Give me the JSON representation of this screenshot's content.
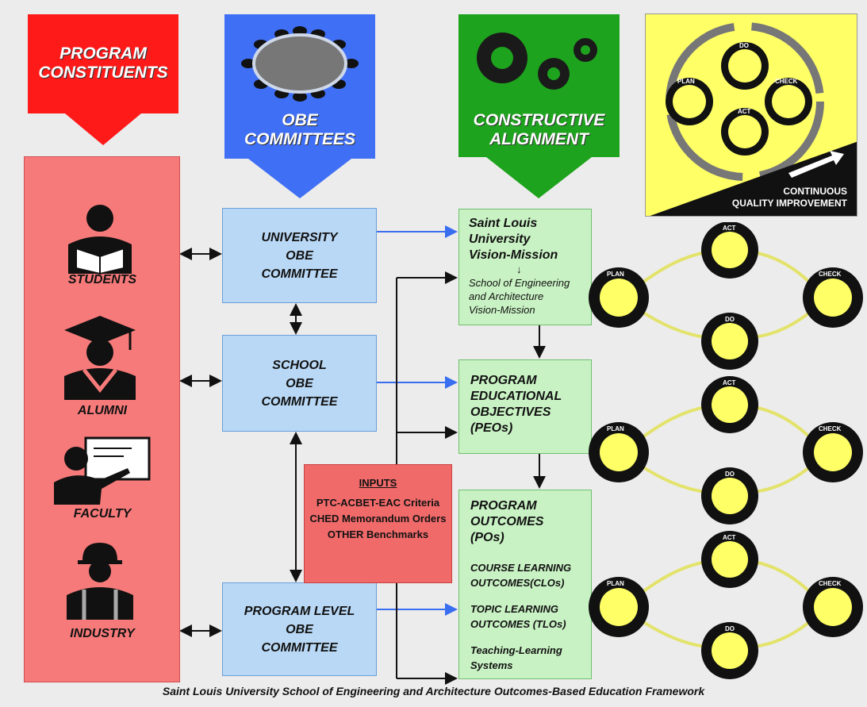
{
  "headers": {
    "constituents": [
      "PROGRAM",
      "CONSTITUENTS"
    ],
    "committees": [
      "OBE",
      "COMMITTEES"
    ],
    "alignment": [
      "CONSTRUCTIVE",
      "ALIGNMENT"
    ]
  },
  "constituents": [
    "STUDENTS",
    "ALUMNI",
    "FACULTY",
    "INDUSTRY"
  ],
  "committees": {
    "university": [
      "UNIVERSITY",
      "OBE",
      "COMMITTEE"
    ],
    "school": [
      "SCHOOL",
      "OBE",
      "COMMITTEE"
    ],
    "program": [
      "PROGRAM LEVEL",
      "OBE",
      "COMMITTEE"
    ]
  },
  "vision": {
    "title": [
      "Saint Louis",
      "University",
      "Vision-Mission"
    ],
    "arrow": "↓",
    "sub": [
      "School of Engineering",
      "and Architecture",
      "Vision-Mission"
    ]
  },
  "peo": [
    "PROGRAM",
    "EDUCATIONAL",
    "OBJECTIVES",
    "(PEOs)"
  ],
  "outcomes": {
    "po": [
      "PROGRAM",
      "OUTCOMES (POs)"
    ],
    "clo": [
      "COURSE LEARNING",
      "OUTCOMES(CLOs)"
    ],
    "tlo": [
      "TOPIC LEARNING",
      "OUTCOMES (TLOs)"
    ],
    "tls": [
      "Teaching-Learning",
      "Systems"
    ]
  },
  "inputs": {
    "heading": "INPUTS",
    "items": [
      "PTC-ACBET-EAC Criteria",
      "CHED Memorandum Orders",
      "OTHER Benchmarks"
    ]
  },
  "pdca": {
    "plan": "PLAN",
    "do": "DO",
    "check": "CHECK",
    "act": "ACT",
    "cqi": [
      "CONTINUOUS",
      "QUALITY IMPROVEMENT"
    ]
  },
  "caption": "Saint Louis University School of Engineering and Architecture Outcomes-Based Education Framework",
  "colors": {
    "red": "#ff1a1a",
    "blue": "#3f6ff5",
    "green": "#1ea31e",
    "yellow": "#ffff66",
    "pink": "#f77a7a"
  }
}
